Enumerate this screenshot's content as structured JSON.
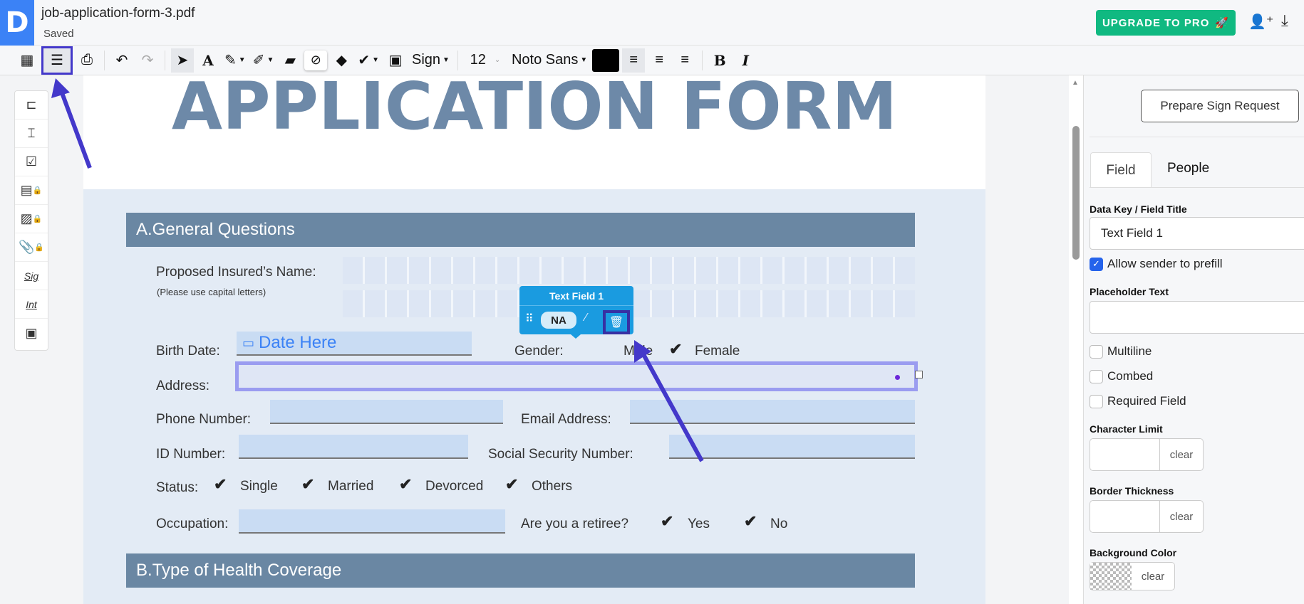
{
  "header": {
    "filename": "job-application-form-3.pdf",
    "status": "Saved",
    "upgrade_label": "UPGRADE TO PRO"
  },
  "toolbar": {
    "sign_label": "Sign",
    "font_size": "12",
    "font_family": "Noto Sans",
    "text_color": "#000000"
  },
  "page": {
    "title": "APPLICATION FORM",
    "section_a": "A.General Questions",
    "section_b": "B.Type of Health Coverage",
    "name_label": "Proposed Insured’s Name:",
    "name_hint": "(Please use capital letters)",
    "birth_label": "Birth Date:",
    "date_placeholder": "Date Here",
    "gender_label": "Gender:",
    "male": "Male",
    "female": "Female",
    "address_label": "Address:",
    "phone_label": "Phone Number:",
    "email_label": "Email Address:",
    "id_label": "ID Number:",
    "ssn_label": "Social Security  Number:",
    "status_label": "Status:",
    "status_options": [
      "Single",
      "Married",
      "Devorced",
      "Others"
    ],
    "occupation_label": "Occupation:",
    "retiree_label": "Are you a retiree?",
    "yes": "Yes",
    "no": "No"
  },
  "field_popup": {
    "title": "Text Field 1",
    "badge": "NA"
  },
  "right_panel": {
    "prepare_label": "Prepare Sign Request",
    "tabs": [
      "Field",
      "People"
    ],
    "data_key_label": "Data Key / Field Title",
    "data_key_value": "Text Field 1",
    "allow_prefill": "Allow sender to prefill",
    "placeholder_label": "Placeholder Text",
    "multiline": "Multiline",
    "combed": "Combed",
    "required": "Required Field",
    "char_limit_label": "Character Limit",
    "border_label": "Border Thickness",
    "bg_label": "Background Color",
    "clear": "clear"
  },
  "colors": {
    "accent": "#3b82f6",
    "upgrade": "#10b981",
    "highlight": "#4338ca",
    "popup": "#1a9be0"
  }
}
